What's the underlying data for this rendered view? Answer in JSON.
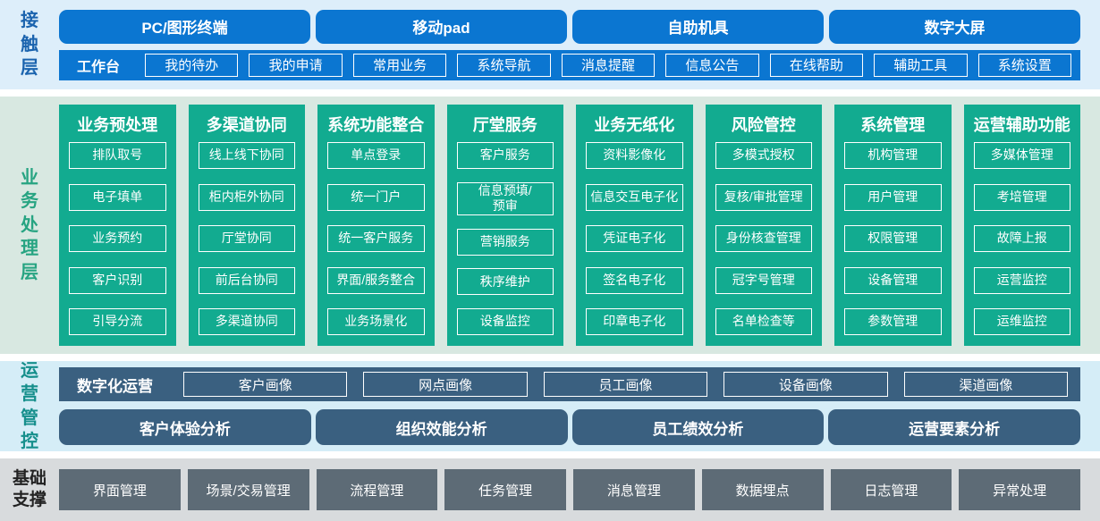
{
  "colors": {
    "primary_blue": "#0b76d1",
    "teal_green": "#12ab90",
    "steel_blue": "#3a6080",
    "slate_gray": "#5d6b76",
    "touch_band_bg": "#ddeefa",
    "business_band_bg": "#d8e8e1",
    "ops_band_bg": "#d5edf7",
    "foundation_band_bg": "#d8dbdd",
    "touch_label": "#1a63ae",
    "business_label": "#27a482",
    "ops_label": "#168f8c",
    "foundation_label": "#222222"
  },
  "layers": {
    "touch": {
      "label": "接触层",
      "terminals": [
        "PC/图形终端",
        "移动pad",
        "自助机具",
        "数字大屏"
      ],
      "workbench": {
        "label": "工作台",
        "items": [
          "我的待办",
          "我的申请",
          "常用业务",
          "系统导航",
          "消息提醒",
          "信息公告",
          "在线帮助",
          "辅助工具",
          "系统设置"
        ]
      }
    },
    "business": {
      "label": "业务处理层",
      "columns": [
        {
          "title": "业务预处理",
          "items": [
            "排队取号",
            "电子填单",
            "业务预约",
            "客户识别",
            "引导分流"
          ]
        },
        {
          "title": "多渠道协同",
          "items": [
            "线上线下协同",
            "柜内柜外协同",
            "厅堂协同",
            "前后台协同",
            "多渠道协同"
          ]
        },
        {
          "title": "系统功能整合",
          "items": [
            "单点登录",
            "统一门户",
            "统一客户服务",
            "界面/服务整合",
            "业务场景化"
          ]
        },
        {
          "title": "厅堂服务",
          "items": [
            "客户服务",
            "信息预填/\n预审",
            "营销服务",
            "秩序维护",
            "设备监控"
          ]
        },
        {
          "title": "业务无纸化",
          "items": [
            "资料影像化",
            "信息交互电子化",
            "凭证电子化",
            "签名电子化",
            "印章电子化"
          ]
        },
        {
          "title": "风险管控",
          "items": [
            "多模式授权",
            "复核/审批管理",
            "身份核查管理",
            "冠字号管理",
            "名单检查等"
          ]
        },
        {
          "title": "系统管理",
          "items": [
            "机构管理",
            "用户管理",
            "权限管理",
            "设备管理",
            "参数管理"
          ]
        },
        {
          "title": "运营辅助功能",
          "items": [
            "多媒体管理",
            "考培管理",
            "故障上报",
            "运营监控",
            "运维监控"
          ]
        }
      ]
    },
    "operations": {
      "label": "运营管控",
      "digital": {
        "label": "数字化运营",
        "items": [
          "客户画像",
          "网点画像",
          "员工画像",
          "设备画像",
          "渠道画像"
        ]
      },
      "analysis": [
        "客户体验分析",
        "组织效能分析",
        "员工绩效分析",
        "运营要素分析"
      ]
    },
    "foundation": {
      "label": "基础支撑",
      "items": [
        "界面管理",
        "场景/交易管理",
        "流程管理",
        "任务管理",
        "消息管理",
        "数据埋点",
        "日志管理",
        "异常处理"
      ]
    }
  }
}
